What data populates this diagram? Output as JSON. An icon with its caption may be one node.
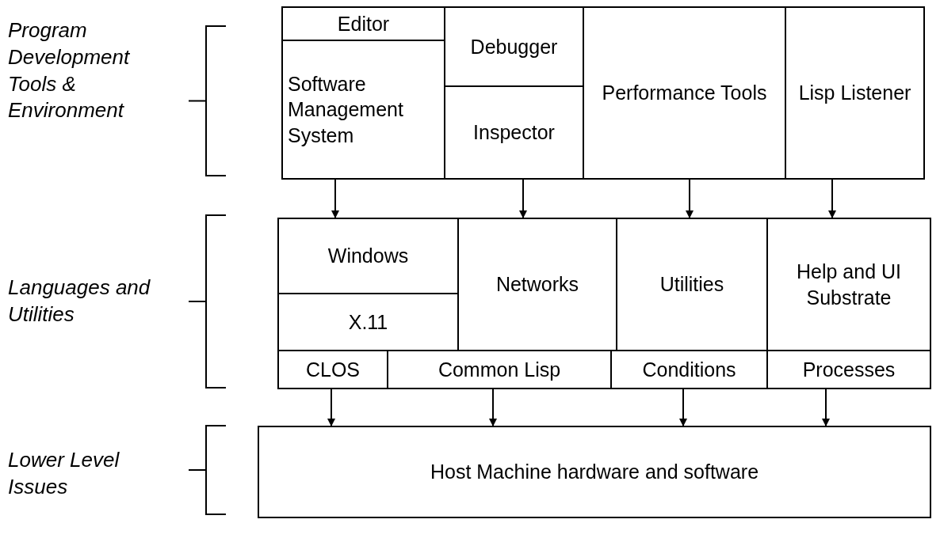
{
  "diagram": {
    "nodes": [
      {
        "text": [
          "Editor"
        ]
      },
      {
        "text": [
          "Software Management System"
        ]
      },
      {
        "text": [
          "Debugger"
        ]
      },
      {
        "text": [
          "Inspector"
        ]
      },
      {
        "text": [
          "Performance Tools"
        ]
      },
      {
        "text": [
          "Lisp Listener"
        ]
      },
      {
        "text": [
          "Windows"
        ]
      },
      {
        "text": [
          "X.11"
        ]
      },
      {
        "text": [
          "Networks"
        ]
      },
      {
        "text": [
          "Utilities"
        ]
      },
      {
        "text": [
          "Help and UI Substrate"
        ]
      },
      {
        "text": [
          "CLOS"
        ]
      },
      {
        "text": [
          "Common Lisp"
        ]
      },
      {
        "text": [
          "Conditions"
        ]
      },
      {
        "text": [
          "Processes"
        ]
      },
      {
        "text": [
          "Host Machine hardware and software"
        ]
      }
    ],
    "edges": [
      {
        "from": 1,
        "to": 6,
        "arrow": "to"
      },
      {
        "from": 3,
        "to": 8,
        "arrow": "to"
      },
      {
        "from": 4,
        "to": 9,
        "arrow": "to"
      },
      {
        "from": 5,
        "to": 10,
        "arrow": "to"
      },
      {
        "from": 11,
        "to": 15,
        "arrow": "to"
      },
      {
        "from": 12,
        "to": 15,
        "arrow": "to"
      },
      {
        "from": 13,
        "to": 15,
        "arrow": "to"
      },
      {
        "from": 14,
        "to": 15,
        "arrow": "to"
      }
    ],
    "labels": [
      "Program Development Tools & Environment",
      "Languages and Utilities",
      "Lower Level Issues"
    ]
  }
}
